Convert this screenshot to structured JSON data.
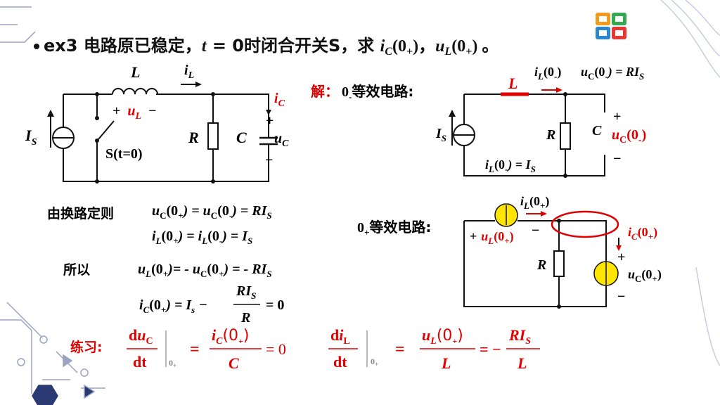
{
  "colors": {
    "red": "#e00000",
    "black": "#111111",
    "yellow": "#ffe500",
    "deco": "#9aa3c2",
    "deco_dark": "#2b3a73"
  },
  "icons": [
    "windows-logo-icon",
    "circuit-decoration-icon",
    "slide-bullet-icon"
  ],
  "title": {
    "prefix": "ex3 电路原已稳定，",
    "t": "t",
    "mid": " = 0时闭合开关S，求 ",
    "iC": "i",
    "iC_sub": "C",
    "iC_arg": "(0",
    "plus": "+",
    "close": ")",
    "comma": "，",
    "uL": "u",
    "uL_sub": "L",
    "uL_arg": "(0",
    "end": "。"
  },
  "circuit1": {
    "L": "L",
    "iL": "i",
    "iL_sub": "L",
    "iC": "i",
    "iC_sub": "C",
    "uL": "u",
    "uL_sub": "L",
    "plus": "+",
    "minus": "−",
    "IS": "I",
    "IS_sub": "S",
    "switch": "S(t=0)",
    "R": "R",
    "C": "C",
    "uC": "u",
    "uC_sub": "C"
  },
  "solution": {
    "label": "解：",
    "zero_minus_label": "0",
    "zero_minus_sub": "-",
    "zero_minus_text": "等效电路:"
  },
  "circuit2": {
    "L": "L",
    "iL": "i",
    "iL_sub": "L",
    "iL_arg": "(0",
    "minus_sub": "-",
    "close": ")",
    "uC_eq": "u",
    "uC_eq_sub": "C",
    "uC_eq_rhs": ") = RI",
    "uC_eq_rhs_sub": "S",
    "IS": "I",
    "IS_sub": "S",
    "R": "R",
    "C": "C",
    "plus": "+",
    "minus": "−",
    "uC": "u",
    "uC_sub": "C",
    "uC_arg": "(0",
    "iL_eq": "i",
    "iL_eq_sub": "L",
    "iL_eq_rhs": ") = I",
    "iL_eq_rhs_sub": "S"
  },
  "rule": {
    "label": "由换路定则",
    "eq1_a": "u",
    "eq1_a_sub": "C",
    "eq1_b": "(0",
    "eq1_c": ") = u",
    "eq1_d": "(0",
    "eq1_e": ") = RI",
    "eq2_a": "i",
    "eq2_a_sub": "L",
    "eq2_b": "(0",
    "eq2_c": ") = i",
    "eq2_d": "(0",
    "eq2_e": ") = I",
    "S": "S",
    "C": "C",
    "L": "L",
    "plus": "+",
    "minus": "-"
  },
  "so": {
    "label": "所以",
    "eq3_a": "u",
    "eq3_b": "(0",
    "eq3_c": ")= - u",
    "eq3_d": "(0",
    "eq3_e": ") = - RI",
    "eq4_a": "i",
    "eq4_b": "(0",
    "eq4_c": ") = I",
    "eq4_s": "s",
    "eq4_d": "−",
    "eq4_num": "RI",
    "eq4_den": "R",
    "eq4_res": "= 0",
    "S": "S",
    "C": "C",
    "L": "L",
    "plus": "+"
  },
  "zero_plus": {
    "label_sub": "0",
    "label_plus": "+",
    "label_text": "等效电路:",
    "iL": "i",
    "iL_sub": "L",
    "iL_arg": "(0",
    "plus": "+",
    "close": ")",
    "minus": "−",
    "uL": "u",
    "uL_sub": "L",
    "iC": "i",
    "iC_sub": "C",
    "R": "R",
    "uC": "u",
    "uC_sub": "C"
  },
  "practice": {
    "label": "练习:",
    "d": "d",
    "u": "u",
    "C_sub": "C",
    "dt": "dt",
    "eval0": "0",
    "evalp": "+",
    "eq": "=",
    "iC": "i",
    "iC_sub": "C",
    "iC_arg": "(0",
    "close": ")",
    "C": "C",
    "zero": "= 0",
    "i": "i",
    "L_sub": "L",
    "uL": "u",
    "uL_sub": "L",
    "L": "L",
    "eqneg": "= −",
    "RI": "RI",
    "S": "S"
  }
}
